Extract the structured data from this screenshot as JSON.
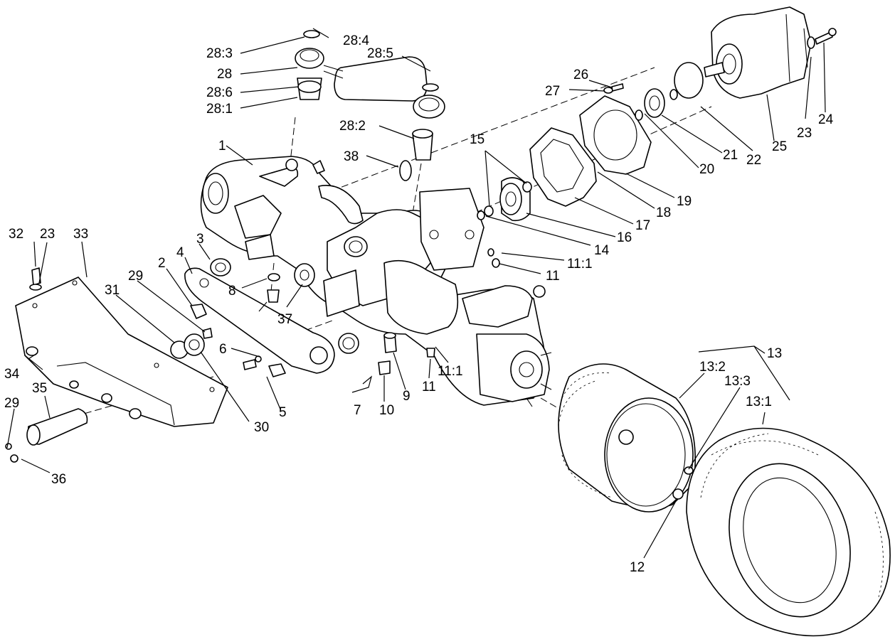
{
  "labels": {
    "l1": "1",
    "l2": "2",
    "l3": "3",
    "l4": "4",
    "l5": "5",
    "l6": "6",
    "l7": "7",
    "l8": "8",
    "l9": "9",
    "l10": "10",
    "l11a": "11",
    "l11b": "11",
    "l11_1a": "11:1",
    "l11_1b": "11:1",
    "l12": "12",
    "l13": "13",
    "l13_1": "13:1",
    "l13_2": "13:2",
    "l13_3": "13:3",
    "l14": "14",
    "l15": "15",
    "l16": "16",
    "l17": "17",
    "l18": "18",
    "l19": "19",
    "l20": "20",
    "l21": "21",
    "l22": "22",
    "l23a": "23",
    "l23b": "23",
    "l24": "24",
    "l25": "25",
    "l26": "26",
    "l27": "27",
    "l28": "28",
    "l28_1": "28:1",
    "l28_2": "28:2",
    "l28_3": "28:3",
    "l28_4": "28:4",
    "l28_5": "28:5",
    "l28_6": "28:6",
    "l29a": "29",
    "l29b": "29",
    "l30": "30",
    "l31": "31",
    "l32": "32",
    "l33": "33",
    "l34": "34",
    "l35": "35",
    "l36": "36",
    "l37": "37",
    "l38": "38"
  }
}
